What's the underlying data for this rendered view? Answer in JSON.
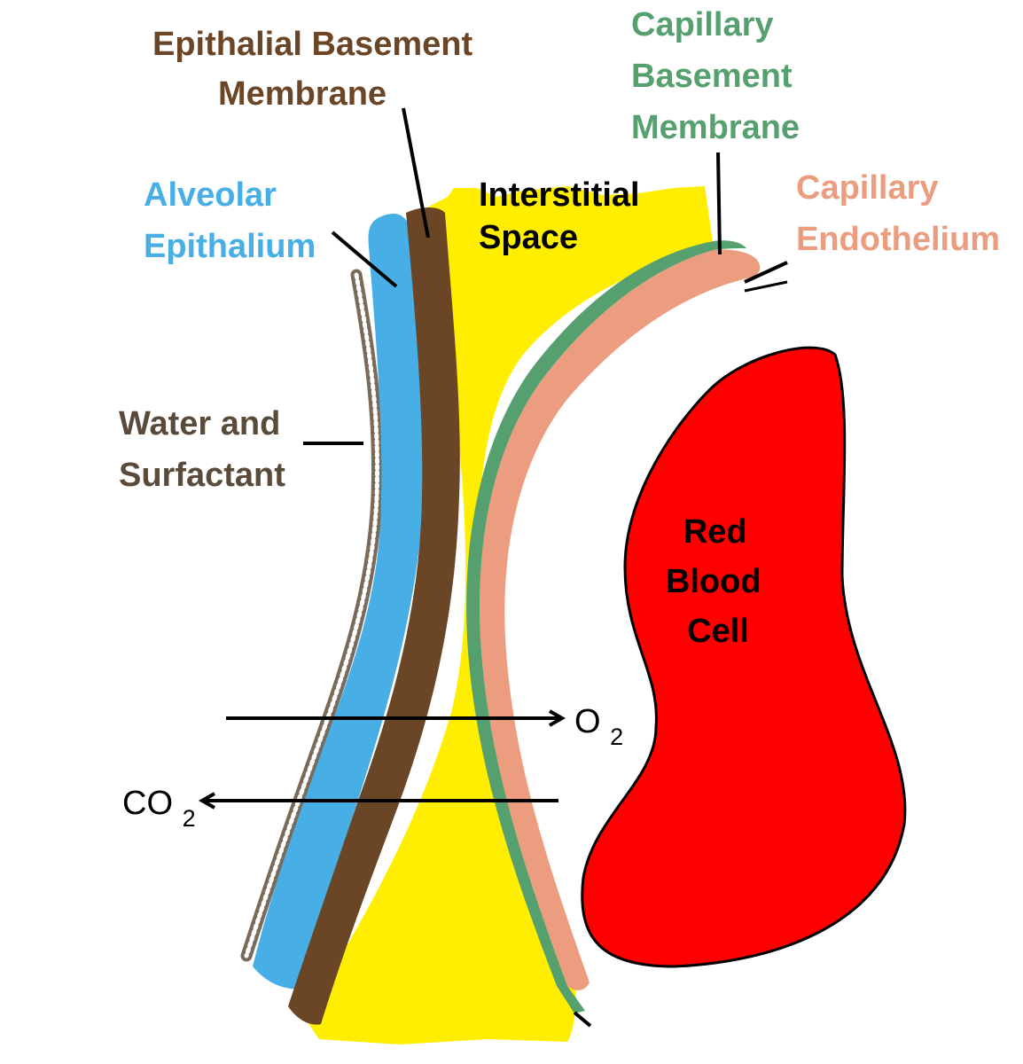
{
  "colors": {
    "epithelial_basement": "#6b4626",
    "alveolar_epithelium": "#47aee6",
    "capillary_basement": "#55a06e",
    "capillary_endothelium": "#ec9d80",
    "interstitial": "#ffee00",
    "red_blood_cell": "#ff0000",
    "surfactant_label": "#5a4a3a",
    "ink": "#000000"
  },
  "labels": {
    "epithelial_basement": [
      "Epithalial Basement",
      "Membrane"
    ],
    "capillary_basement": [
      "Capillary",
      "Basement",
      "Membrane"
    ],
    "alveolar_epithelium": [
      "Alveolar",
      "Epithalium"
    ],
    "interstitial_space": [
      "Interstitial",
      "Space"
    ],
    "capillary_endothelium": [
      "Capillary",
      "Endothelium"
    ],
    "water_surfactant": [
      "Water and",
      "Surfactant"
    ],
    "red_blood_cell": [
      "Red",
      "Blood",
      "Cell"
    ]
  },
  "gases": {
    "oxygen": {
      "symbol": "O",
      "subscript": "2"
    },
    "carbon_dioxide": {
      "symbol": "CO",
      "subscript": "2"
    }
  }
}
